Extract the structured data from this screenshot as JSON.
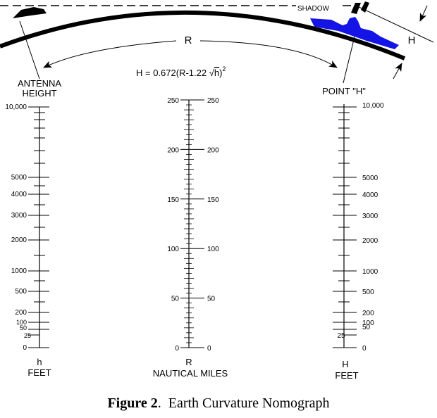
{
  "figure": {
    "caption_label": "Figure 2",
    "caption_text": "Earth Curvature Nomograph"
  },
  "diagram": {
    "shadow_label": "SHADOW",
    "range_label": "R",
    "height_label": "H",
    "formula_prefix": "H = 0.672(R-1.22 ",
    "formula_radicand": "h",
    "formula_suffix": ")",
    "formula_exponent": "2",
    "ship_color": "#1414e6"
  },
  "scales": {
    "left": {
      "title_line1": "ANTENNA",
      "title_line2": "HEIGHT",
      "bottom_label": "h",
      "unit": "FEET",
      "ticks": [
        "10,000",
        "5000",
        "4000",
        "3000",
        "2000",
        "1000",
        "500",
        "200",
        "100",
        "50",
        "25",
        "0"
      ]
    },
    "middle": {
      "bottom_label": "R",
      "unit": "NAUTICAL MILES",
      "ticks": [
        "250",
        "200",
        "150",
        "100",
        "50",
        "0"
      ]
    },
    "right": {
      "title": "POINT \"H\"",
      "bottom_label": "H",
      "unit": "FEET",
      "ticks": [
        "10,000",
        "5000",
        "4000",
        "3000",
        "2000",
        "1000",
        "500",
        "200",
        "100",
        "50",
        "25",
        "0"
      ]
    }
  }
}
